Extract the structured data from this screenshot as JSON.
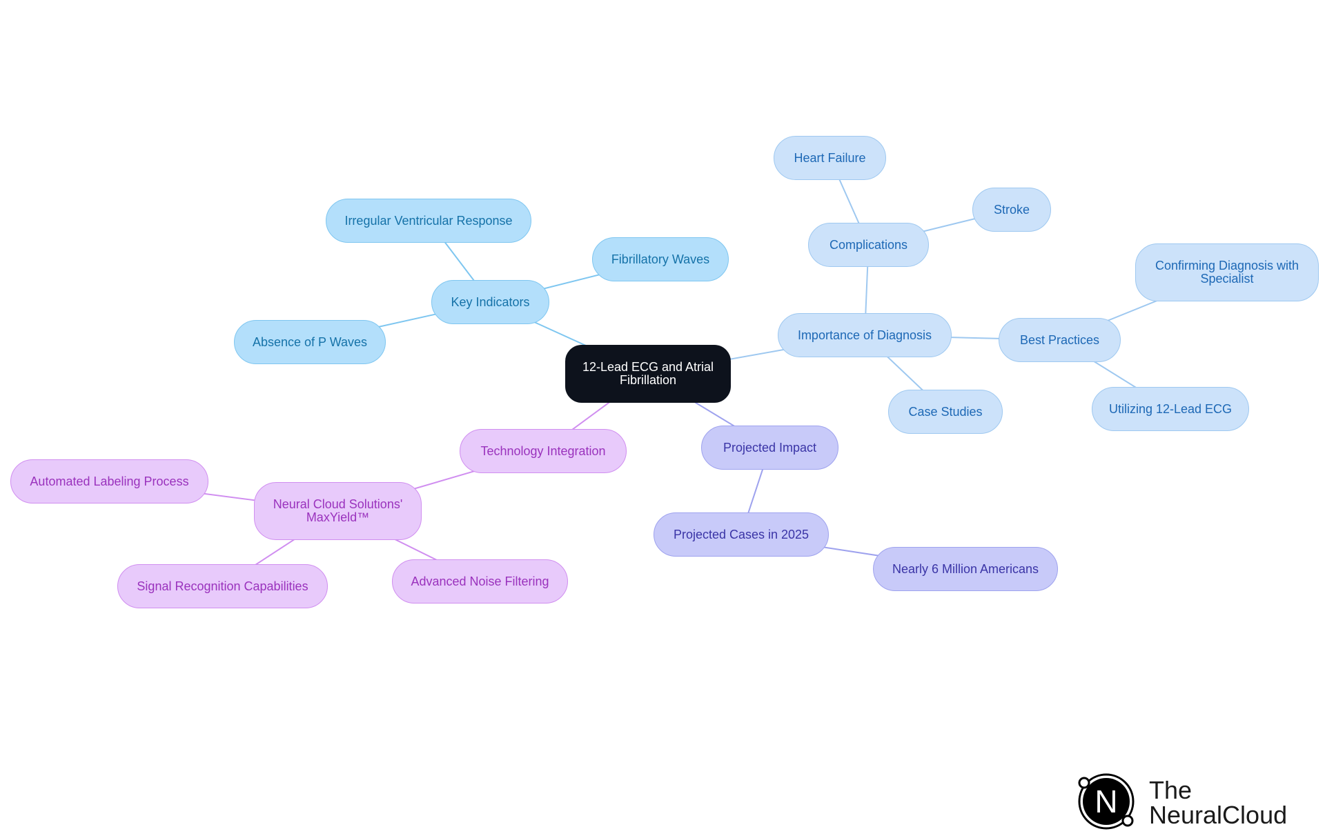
{
  "diagram": {
    "root": "12-Lead ECG and Atrial Fibrillation",
    "nodes": {
      "key_indicators": "Key Indicators",
      "irregular_ventricular_response": "Irregular Ventricular Response",
      "fibrillatory_waves": "Fibrillatory Waves",
      "absence_of_p_waves": "Absence of P Waves",
      "importance_of_diagnosis": "Importance of Diagnosis",
      "complications": "Complications",
      "heart_failure": "Heart Failure",
      "stroke": "Stroke",
      "best_practices": "Best Practices",
      "confirming_diagnosis": "Confirming Diagnosis with Specialist",
      "utilizing_12_lead": "Utilizing 12-Lead ECG",
      "case_studies": "Case Studies",
      "projected_impact": "Projected Impact",
      "projected_cases": "Projected Cases in 2025",
      "nearly_6_million": "Nearly 6 Million Americans",
      "technology_integration": "Technology Integration",
      "maxyield": "Neural Cloud Solutions' MaxYield™",
      "automated_labeling": "Automated Labeling Process",
      "signal_recognition": "Signal Recognition Capabilities",
      "advanced_noise": "Advanced Noise Filtering"
    },
    "edges": [
      [
        "root",
        "key_indicators"
      ],
      [
        "key_indicators",
        "irregular_ventricular_response"
      ],
      [
        "key_indicators",
        "fibrillatory_waves"
      ],
      [
        "key_indicators",
        "absence_of_p_waves"
      ],
      [
        "root",
        "importance_of_diagnosis"
      ],
      [
        "importance_of_diagnosis",
        "complications"
      ],
      [
        "complications",
        "heart_failure"
      ],
      [
        "complications",
        "stroke"
      ],
      [
        "importance_of_diagnosis",
        "best_practices"
      ],
      [
        "best_practices",
        "confirming_diagnosis"
      ],
      [
        "best_practices",
        "utilizing_12_lead"
      ],
      [
        "importance_of_diagnosis",
        "case_studies"
      ],
      [
        "root",
        "projected_impact"
      ],
      [
        "projected_impact",
        "projected_cases"
      ],
      [
        "projected_cases",
        "nearly_6_million"
      ],
      [
        "root",
        "technology_integration"
      ],
      [
        "technology_integration",
        "maxyield"
      ],
      [
        "maxyield",
        "automated_labeling"
      ],
      [
        "maxyield",
        "signal_recognition"
      ],
      [
        "maxyield",
        "advanced_noise"
      ]
    ],
    "branch_colors": {
      "key_indicators": "#7ec6f0",
      "importance_of_diagnosis": "#9ec8f0",
      "projected_impact": "#9ea2ee",
      "technology_integration": "#d08ef0"
    }
  },
  "logo": {
    "line1": "The",
    "line2": "NeuralCloud",
    "mark": "N"
  }
}
